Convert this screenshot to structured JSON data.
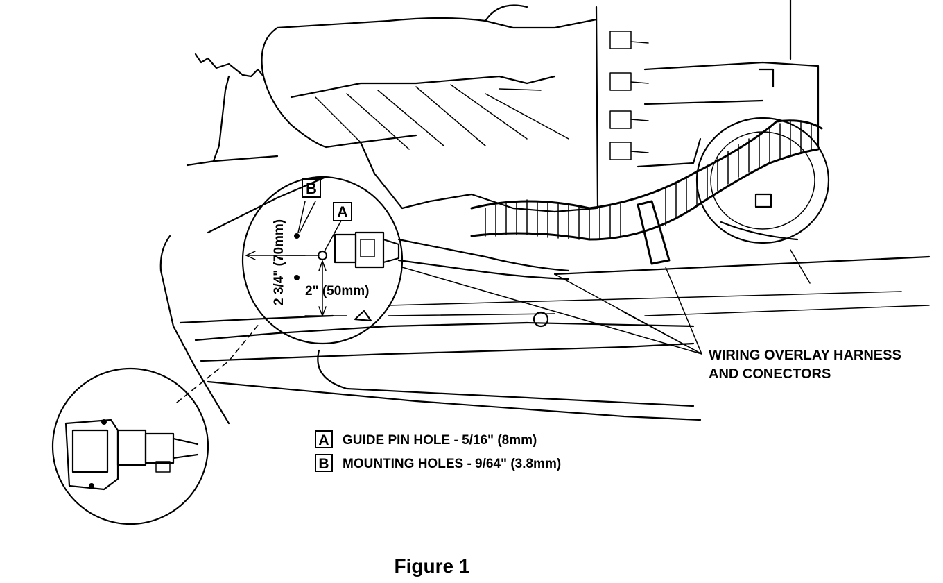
{
  "figure": {
    "caption": "Figure 1"
  },
  "callouts": {
    "wiring": {
      "line1": "WIRING OVERLAY HARNESS",
      "line2": "AND CONECTORS"
    },
    "letter_a": "A",
    "letter_b": "B",
    "dim_vertical": "2 3/4\" (70mm)",
    "dim_horizontal": "2\" (50mm)"
  },
  "legend": [
    {
      "key": "A",
      "text": "GUIDE PIN HOLE - 5/16\" (8mm)"
    },
    {
      "key": "B",
      "text": "MOUNTING HOLES - 9/64\" (3.8mm)"
    }
  ]
}
